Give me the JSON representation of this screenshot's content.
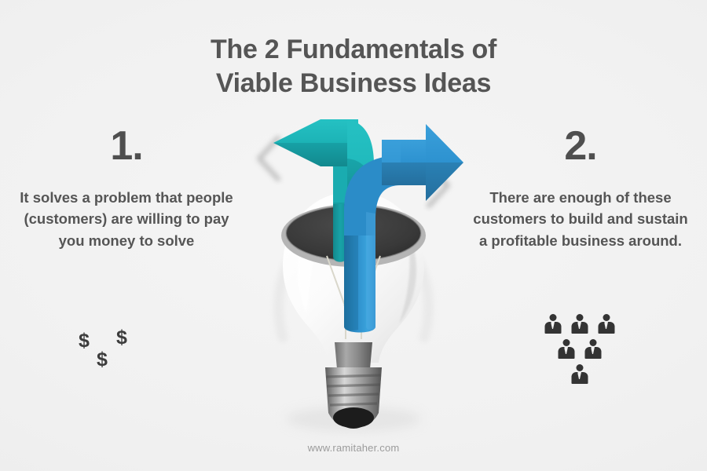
{
  "background_color": "#f1f1f1",
  "text_color": "#555555",
  "title": {
    "line1": "The 2 Fundamentals of",
    "line2": "Viable Business Ideas"
  },
  "columns": [
    {
      "number": "1.",
      "text": "It solves a problem that people (customers) are willing to pay you money to solve",
      "icon_cluster": "dollar-signs",
      "symbol": "$",
      "symbol_count": 3
    },
    {
      "number": "2.",
      "text": "There are enough of these customers to build and sustain a profitable business around.",
      "icon_cluster": "people-group",
      "people_count": 6
    }
  ],
  "graphic": {
    "name": "lightbulb-with-two-arrows",
    "left_arrow_color": "#20b6ba",
    "left_arrow_shadow_color": "#149499",
    "right_arrow_color": "#2e95d3",
    "right_arrow_shadow_color": "#2a7cae",
    "bulb_glass_color": "#fdfdfd",
    "bulb_interior_color": "#3a3a3a",
    "bulb_base_color": "#8a8a8a"
  },
  "footer": {
    "url": "www.ramitaher.com"
  }
}
